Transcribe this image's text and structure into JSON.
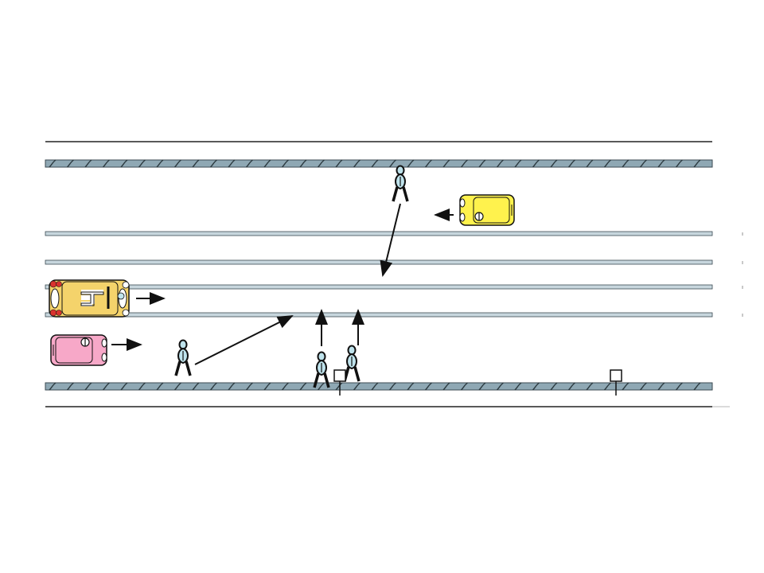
{
  "colors": {
    "background": "#ffffff",
    "road_edge": "#222222",
    "rail": "#8fa8b4",
    "rail_dark": "#3b4a52",
    "lane_line": "#c7d6dd",
    "arrow": "#111111",
    "yellow_car": "#fff24d",
    "tram": "#f4d36b",
    "tram_red": "#d9332e",
    "pink_car": "#f7a8c8",
    "pedestrian_body": "#bfe3ec",
    "pedestrian_outline": "#111111"
  },
  "icons": {
    "car_top": "car-top-view-icon",
    "tram_top": "tram-top-view-icon",
    "pedestrian": "pedestrian-icon",
    "sign": "sign-post-icon",
    "arrow": "direction-arrow-icon"
  },
  "scene": {
    "roads": [
      "tram-track-top",
      "tram-track-bottom",
      "lane-line-1",
      "lane-line-2",
      "lane-line-3",
      "lane-line-4"
    ],
    "vehicles": [
      {
        "kind": "car",
        "color": "yellow",
        "direction": "left"
      },
      {
        "kind": "tram",
        "color": "yellow",
        "direction": "right"
      },
      {
        "kind": "car",
        "color": "pink",
        "direction": "right"
      }
    ],
    "pedestrians": [
      {
        "id": "top",
        "direction": "crossing-down"
      },
      {
        "id": "bottom-left",
        "direction": "crossing-diagonal"
      },
      {
        "id": "bottom-center-1",
        "direction": "crossing-up"
      },
      {
        "id": "bottom-center-2",
        "direction": "crossing-up"
      }
    ],
    "signs": 2
  }
}
